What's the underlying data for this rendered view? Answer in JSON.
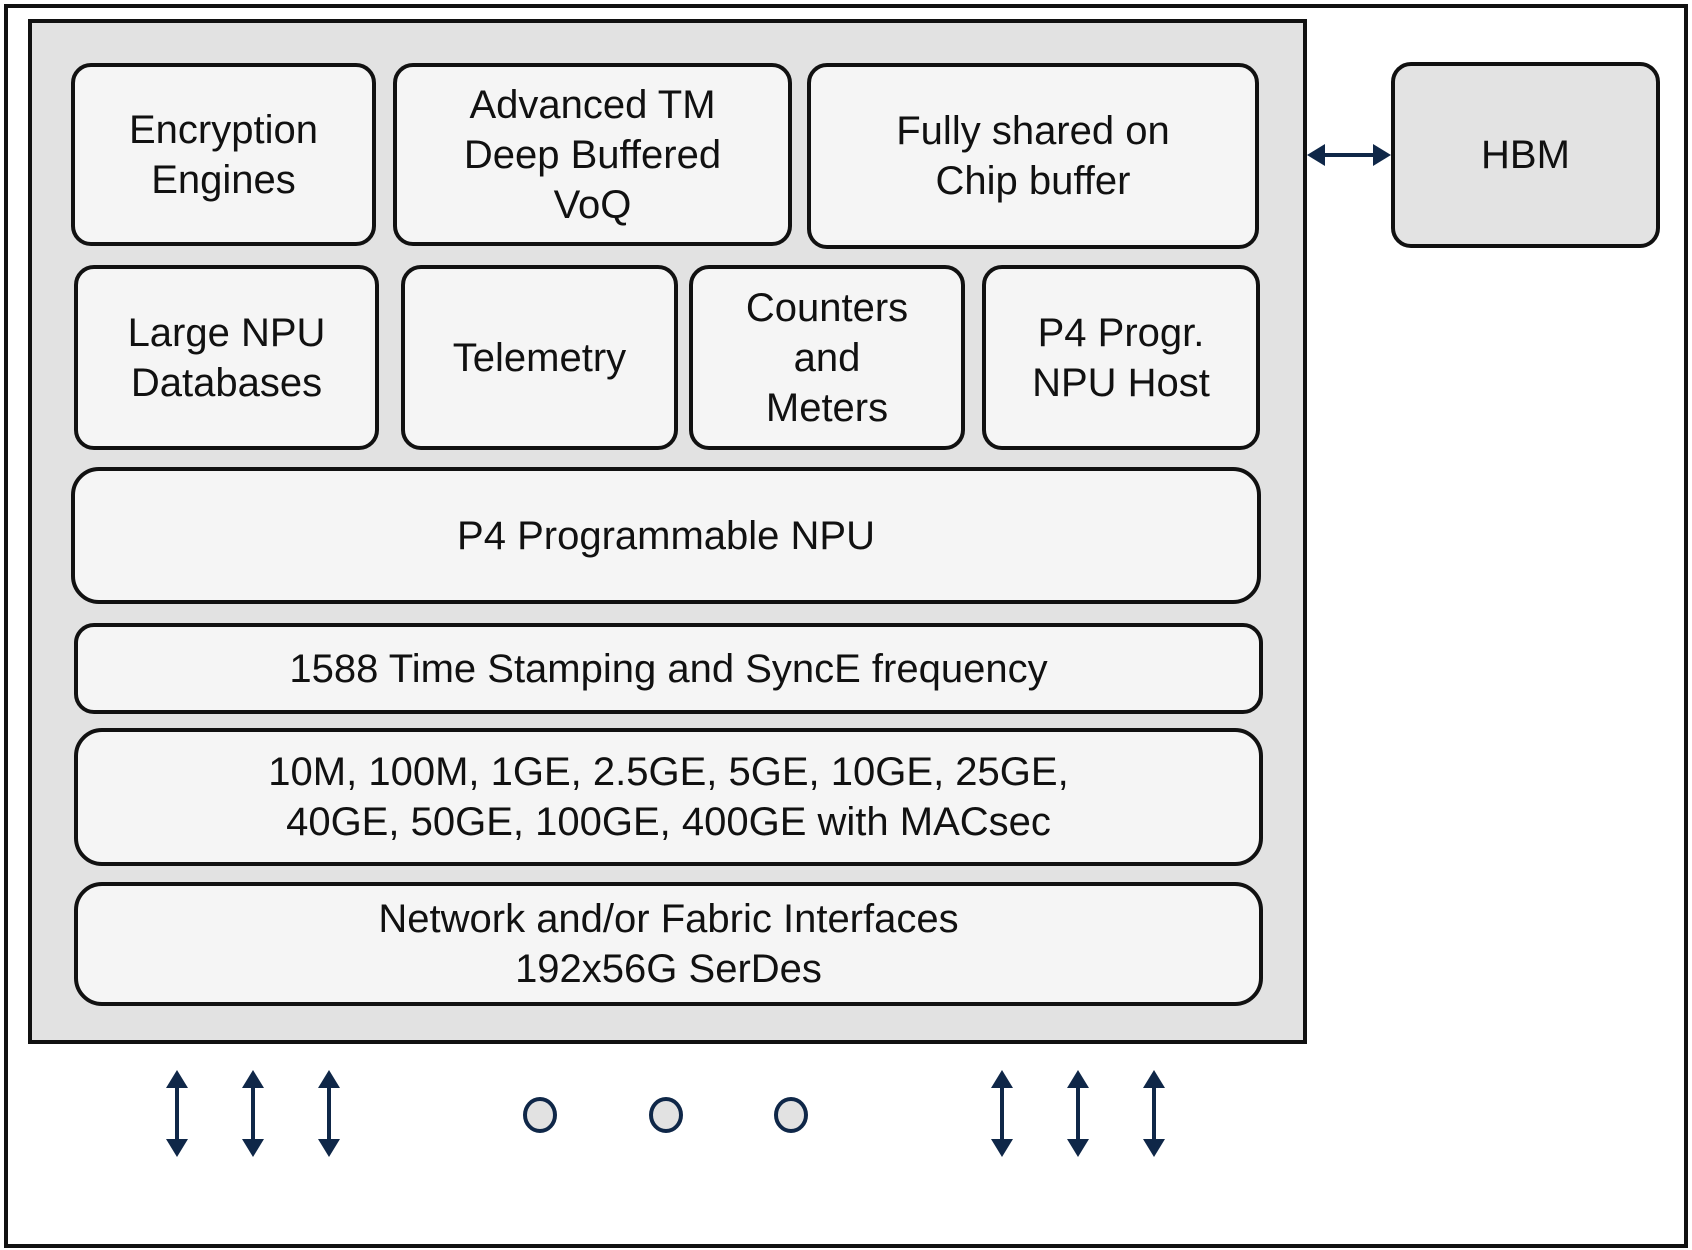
{
  "diagram": {
    "chip": {
      "blocks": {
        "encryption": "Encryption\nEngines",
        "advanced_tm": "Advanced TM\nDeep Buffered\nVoQ",
        "shared_buffer": "Fully shared on\nChip buffer",
        "npu_databases": "Large NPU\nDatabases",
        "telemetry": "Telemetry",
        "counters": "Counters\nand\nMeters",
        "npu_host": "P4 Progr.\nNPU Host",
        "p4_npu": "P4 Programmable NPU",
        "timestamping": "1588 Time Stamping and SyncE frequency",
        "speeds": "10M, 100M, 1GE, 2.5GE, 5GE, 10GE, 25GE,\n40GE, 50GE, 100GE, 400GE with MACsec",
        "interfaces": "Network and/or Fabric Interfaces\n192x56G SerDes"
      }
    },
    "external": {
      "hbm": "HBM"
    },
    "colors": {
      "arrow": "#0f2748",
      "chip_fill": "#e2e2e2",
      "block_fill": "#f5f5f5",
      "hbm_fill": "#e3e3e3"
    }
  }
}
